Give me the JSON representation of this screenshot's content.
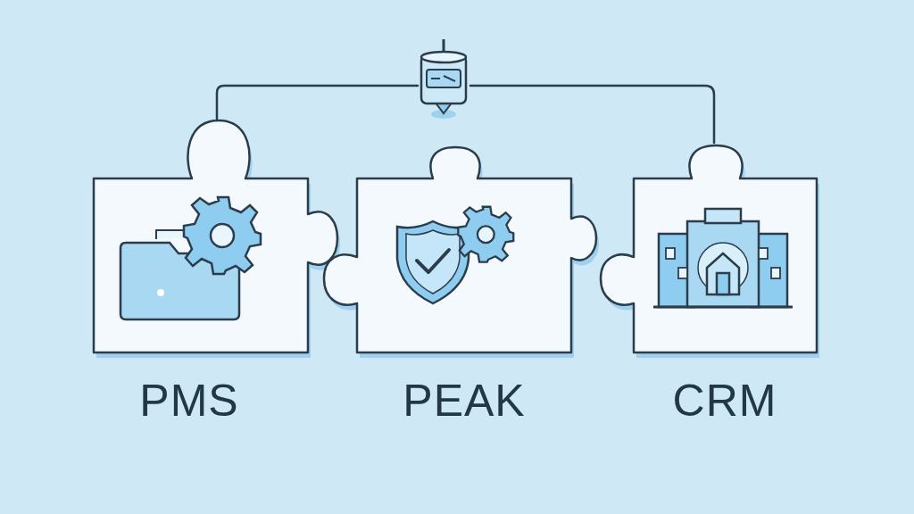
{
  "diagram": {
    "nodes": [
      {
        "text": [
          "PMS"
        ]
      },
      {
        "text": [
          "PEAK"
        ]
      },
      {
        "text": [
          "CRM"
        ]
      }
    ]
  }
}
